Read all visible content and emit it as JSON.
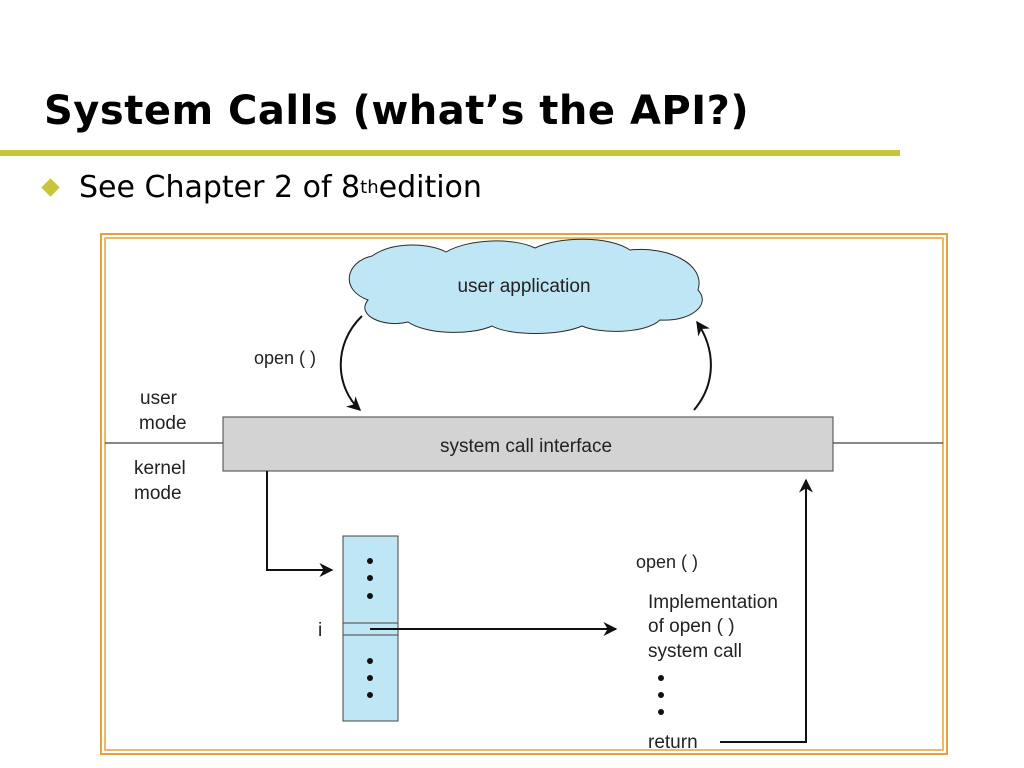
{
  "slide": {
    "title": "System Calls (what’s the API?)",
    "bullet": {
      "prefix": "See Chapter 2 of 8",
      "superscript": "th",
      "suffix": " edition"
    }
  },
  "diagram": {
    "cloud_label": "user application",
    "open_call_label": "open ( )",
    "user_mode_line1": "user",
    "user_mode_line2": "mode",
    "kernel_mode_line1": "kernel",
    "kernel_mode_line2": "mode",
    "interface_label": "system call interface",
    "index_label": "i",
    "impl_open_label": "open ( )",
    "impl_line1": "Implementation",
    "impl_line2": "of open ( )",
    "impl_line3": "system call",
    "return_label": "return"
  },
  "colors": {
    "accent": "#c6c63c",
    "frame": "#e8a13a",
    "cloud_fill": "#bfe6f5",
    "interface_fill": "#d3d3d3",
    "table_fill": "#bfe6f5"
  }
}
